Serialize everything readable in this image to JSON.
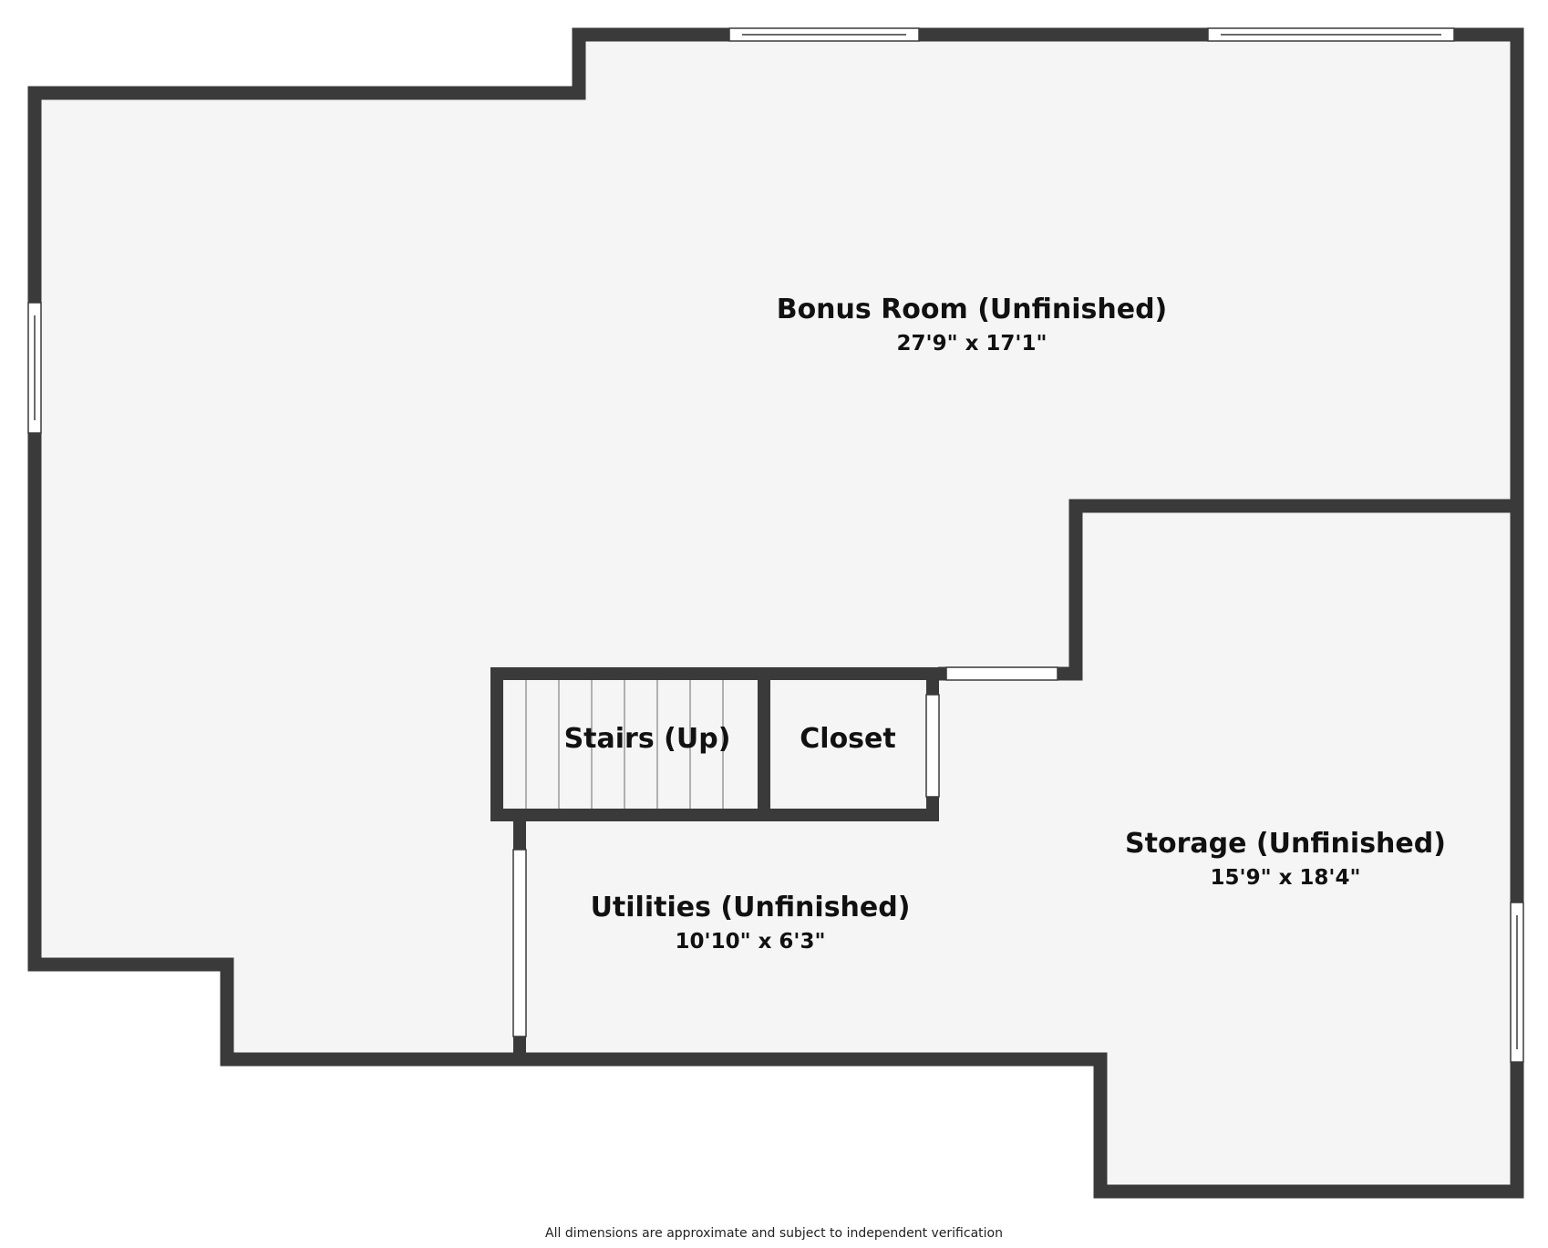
{
  "colors": {
    "wall": "#3a3a3a",
    "floor": "#f5f5f5",
    "window": "#ffffff",
    "stair_line": "#9a9a9a"
  },
  "rooms": {
    "bonus": {
      "name": "Bonus Room (Unfinished)",
      "dimensions": "27'9\" x 17'1\""
    },
    "stairs": {
      "name": "Stairs (Up)"
    },
    "closet": {
      "name": "Closet"
    },
    "utilities": {
      "name": "Utilities (Unfinished)",
      "dimensions": "10'10\" x 6'3\""
    },
    "storage": {
      "name": "Storage (Unfinished)",
      "dimensions": "15'9\" x 18'4\""
    }
  },
  "disclaimer": "All dimensions are approximate and subject to independent verification"
}
